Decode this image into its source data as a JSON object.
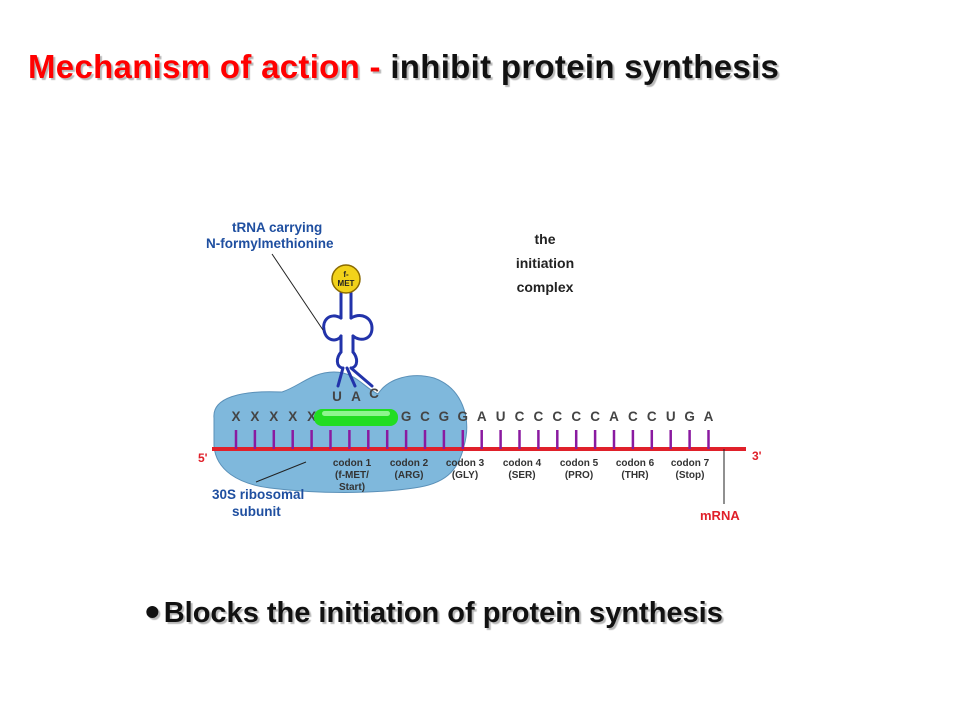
{
  "title": {
    "prefix": "Mechanism of action -",
    "suffix": "inhibit protein synthesis"
  },
  "diagram": {
    "trna_label": [
      "tRNA carrying",
      "N-formylmethionine"
    ],
    "fmet_label": [
      "f-",
      "MET"
    ],
    "complex_label": [
      "the",
      "initiation",
      "complex"
    ],
    "anticodon": [
      "U",
      "A",
      "C"
    ],
    "mrna_bases": [
      "X",
      "X",
      "X",
      "X",
      "X",
      "X",
      "",
      "",
      "",
      "G",
      "C",
      "G",
      "G",
      "A",
      "U",
      "C",
      "C",
      "C",
      "C",
      "C",
      "A",
      "C",
      "C",
      "U",
      "G",
      "A"
    ],
    "five_prime": "5'",
    "three_prime": "3'",
    "mrna_label": "mRNA",
    "ribosome_label": [
      "30S ribosomal",
      "subunit"
    ],
    "codons": [
      [
        "codon 1",
        "(f-MET/",
        "Start)"
      ],
      [
        "codon 2",
        "(ARG)"
      ],
      [
        "codon 3",
        "(GLY)"
      ],
      [
        "codon 4",
        "(SER)"
      ],
      [
        "codon 5",
        "(PRO)"
      ],
      [
        "codon 6",
        "(THR)"
      ],
      [
        "codon 7",
        "(Stop)"
      ]
    ]
  },
  "bullet": "Blocks the initiation of protein synthesis",
  "colors": {
    "title_red": "#ff0000",
    "ribosome": "#7fb8dc",
    "mrna_strand": "#e0202a",
    "trna": "#2233aa",
    "fmet": "#f2d21a",
    "antibiotic_block": "#22dd22"
  }
}
